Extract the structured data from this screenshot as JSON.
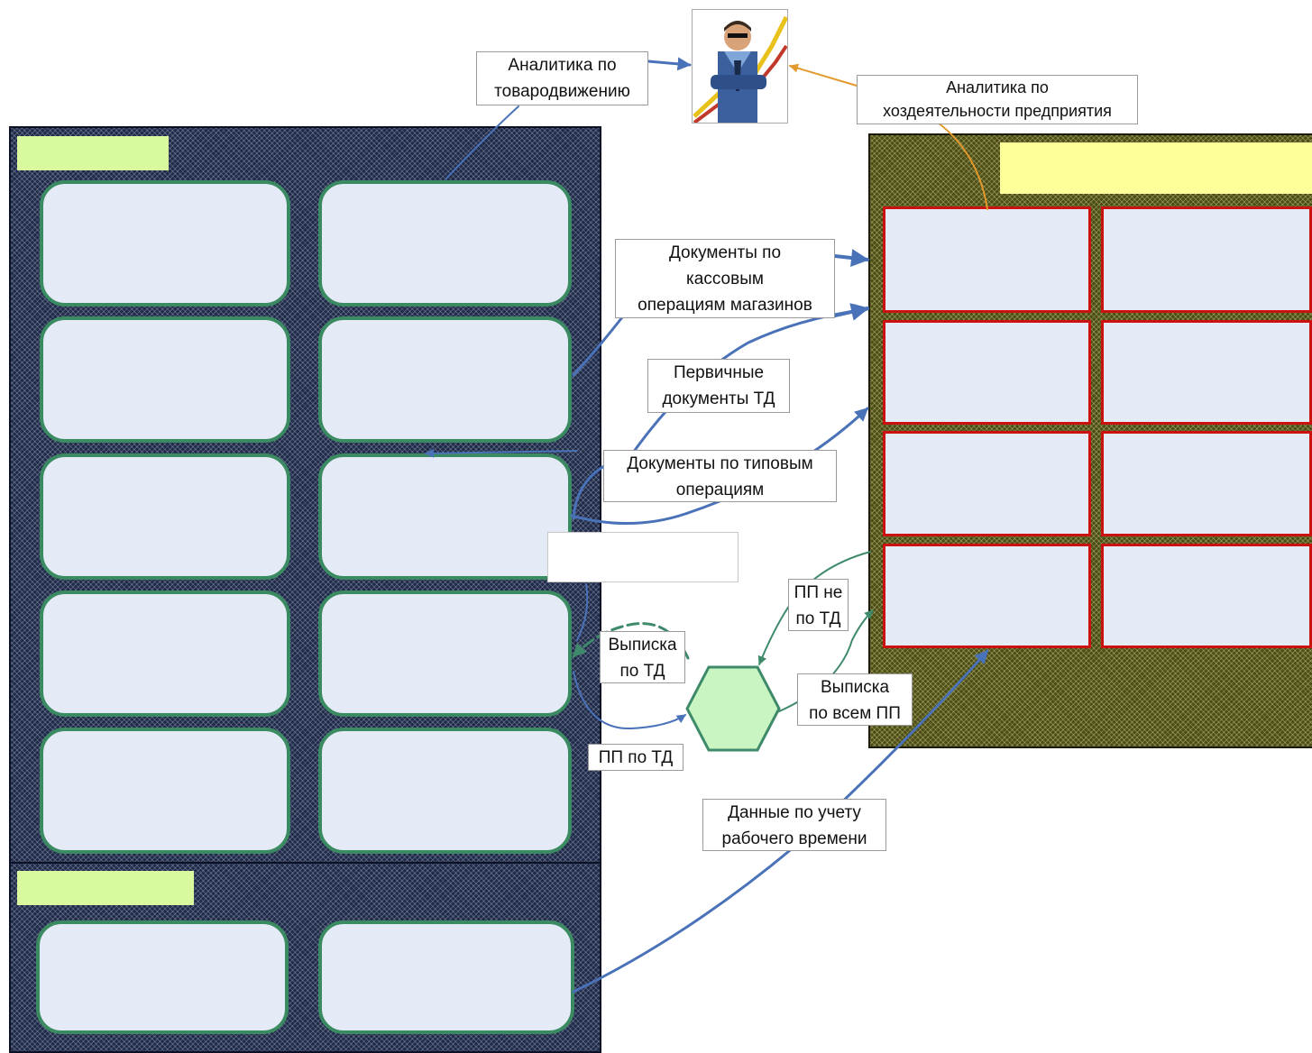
{
  "diagram": {
    "labels": {
      "goods_movement_analytics": "Аналитика по\nтоварodвижению",
      "enterprise_analytics": "Аналитика по\nхоздеятельности предприятия",
      "cash_docs": "Документы по\nкассовым\nоперациям магазинов",
      "primary_docs": "Первичные\nдокументы ТД",
      "typical_ops_docs": "Документы по типовым\nоперациям",
      "statement_td": "Выписка\nпо ТД",
      "pp_not_td": "ПП не\nпо ТД",
      "statement_all_pp": "Выписка\nпо всем ПП",
      "pp_td": "ПП по ТД",
      "work_time_data": "Данные по учету\nрабочего времени"
    },
    "colors": {
      "navy_panel": "#1e2a4a",
      "olive_panel": "#4c4c16",
      "green_border": "#3a8a62",
      "red_border": "#cc1111",
      "box_fill": "#e4eaf6",
      "blue_arrow": "#4a72b8",
      "orange_arrow": "#e39a2c",
      "teal_arrow": "#3f8a6a"
    },
    "icons": [
      "manager-icon",
      "hexagon-icon"
    ]
  }
}
